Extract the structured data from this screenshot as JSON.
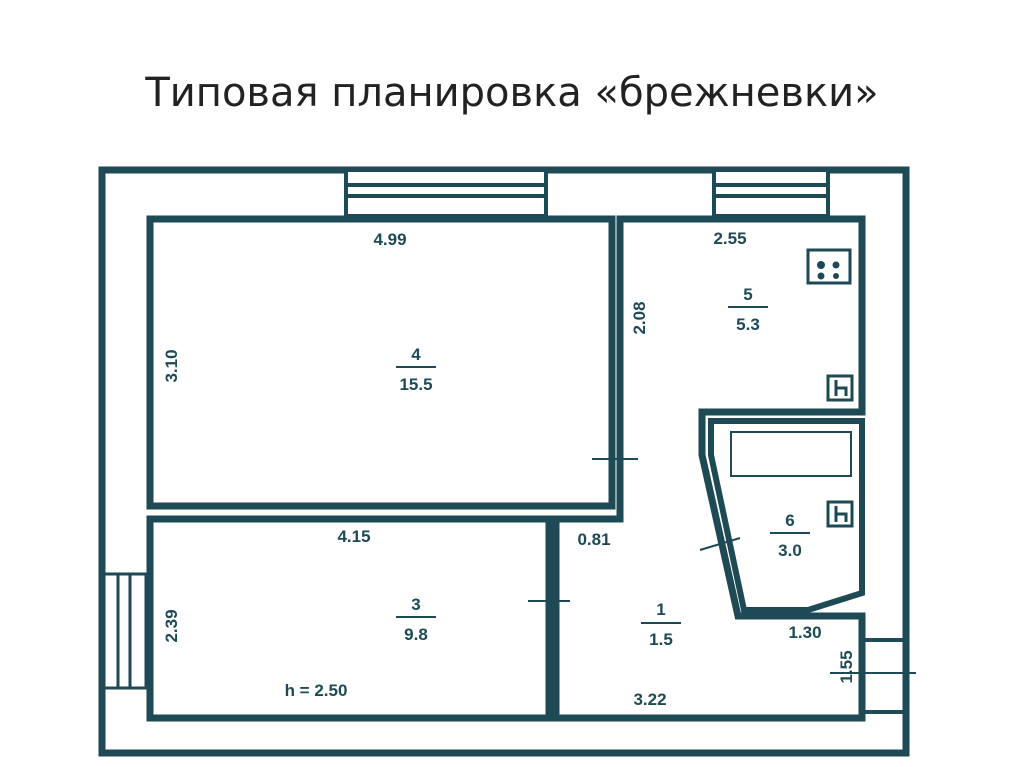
{
  "title": "Типовая планировка «брежневки»",
  "colors": {
    "wall": "#1d4a55",
    "background": "#ffffff"
  },
  "rooms": [
    {
      "number": "4",
      "area": "15.5",
      "width": "4.99",
      "length": "3.10"
    },
    {
      "number": "3",
      "area": "9.8",
      "width": "4.15",
      "length": "2.39",
      "height": "h = 2.50"
    },
    {
      "number": "5",
      "area": "5.3",
      "width": "2.55",
      "length": "2.08"
    },
    {
      "number": "6",
      "area": "3.0"
    },
    {
      "number": "1",
      "area": "1.5",
      "width": "3.22",
      "door_gap": "0.81",
      "side": "1.30",
      "depth": "1.55"
    }
  ],
  "fixtures": [
    "stove-icon",
    "ventilation-icon",
    "bathtub-icon"
  ]
}
